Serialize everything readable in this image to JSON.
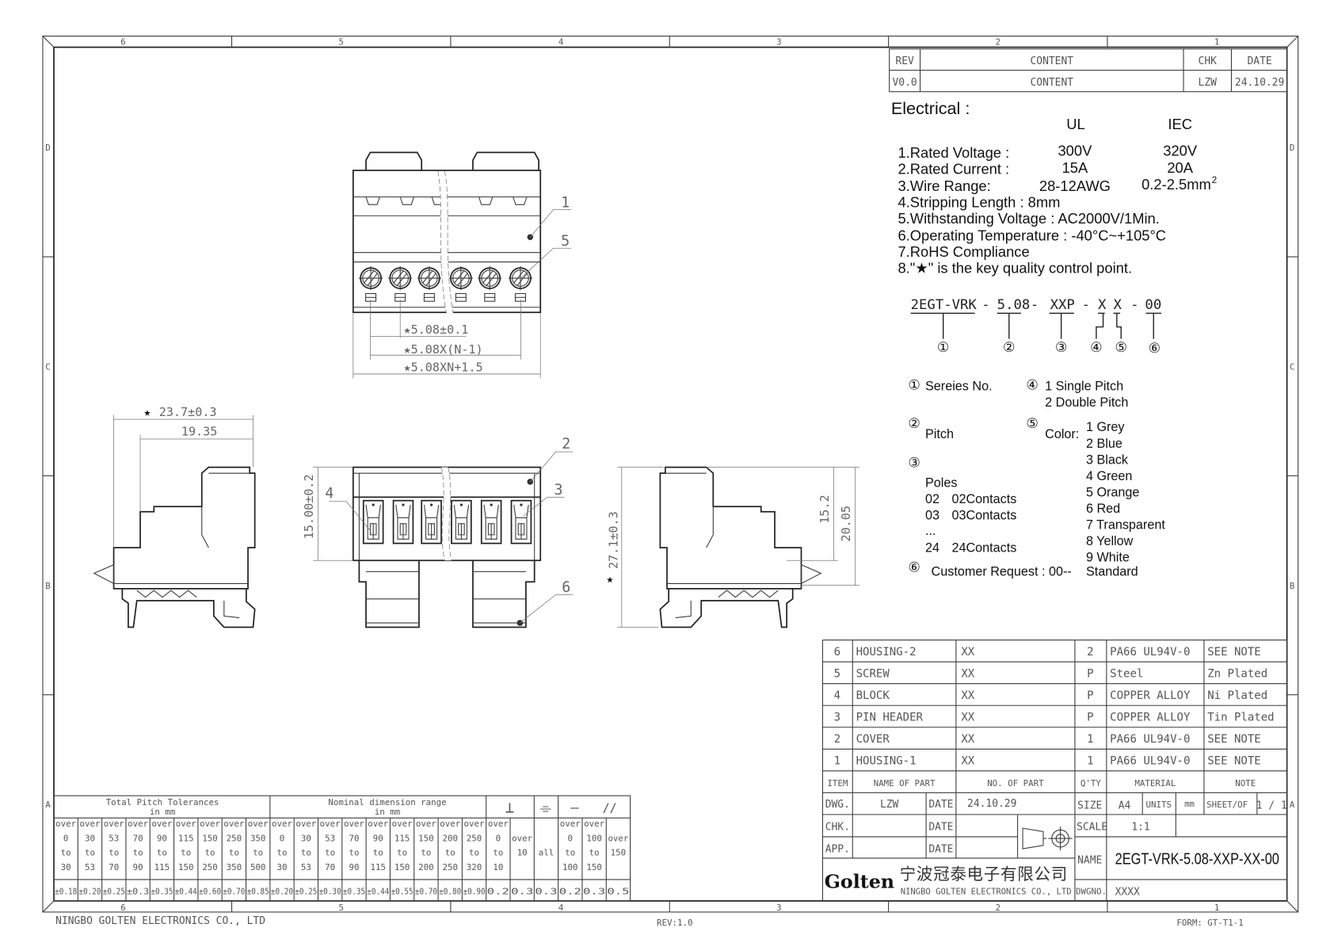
{
  "frame": {
    "zones_h": [
      "6",
      "5",
      "4",
      "3",
      "2",
      "1"
    ],
    "zones_v": [
      "D",
      "C",
      "B",
      "A"
    ]
  },
  "revision": {
    "headers": [
      "REV",
      "CONTENT",
      "CHK",
      "DATE"
    ],
    "rows": [
      [
        "V0.0",
        "CONTENT",
        "LZW",
        "24.10.29"
      ]
    ]
  },
  "electrical": {
    "title": "Electrical :",
    "col_ul": "UL",
    "col_iec": "IEC",
    "specs": [
      {
        "label": "1.Rated Voltage :",
        "ul": "300V",
        "iec": "320V"
      },
      {
        "label": "2.Rated Current :",
        "ul": "15A",
        "iec": "20A"
      },
      {
        "label": "3.Wire Range:",
        "ul": "28-12AWG",
        "iec": "0.2-2.5mm",
        "iec_sup": "2"
      }
    ],
    "lines": [
      "4.Stripping Length :  8mm",
      "5.Withstanding Voltage : AC2000V/1Min.",
      "6.Operating Temperature : -40°C~+105°C",
      "7.RoHS Compliance",
      "8.\"★\" is the key quality control point."
    ]
  },
  "part_code": {
    "segments": [
      "2EGT-VRK",
      "-",
      "5.08",
      "-",
      "XXP",
      "-",
      "X",
      "X",
      "-",
      "00"
    ],
    "markers": [
      "①",
      "②",
      "③",
      "④",
      "⑤",
      "⑥"
    ]
  },
  "options": {
    "series": {
      "marker": "①",
      "label": "Sereies No."
    },
    "pitch": {
      "marker": "②",
      "label": "Pitch"
    },
    "poles": {
      "marker": "③",
      "label": "Poles",
      "items": [
        [
          "02",
          "02Contacts"
        ],
        [
          "03",
          "03Contacts"
        ],
        [
          "...",
          ""
        ],
        [
          "24",
          "24Contacts"
        ]
      ]
    },
    "pitch_type": {
      "marker": "④",
      "items": [
        "1  Single Pitch",
        "2  Double Pitch"
      ]
    },
    "color": {
      "marker": "⑤",
      "label": "Color:",
      "items": [
        "1 Grey",
        "2 Blue",
        "3 Black",
        "4 Green",
        "5 Orange",
        "6 Red",
        "7 Transparent",
        "8 Yellow",
        "9 White"
      ]
    },
    "customer": {
      "marker": "⑥",
      "label": "Customer Request : 00--",
      "value": "Standard"
    }
  },
  "dimensions": {
    "pitch": "★5.08±0.1",
    "pitch_total": "★5.08X(N-1)",
    "overall": "★5.08XN+1.5",
    "depth": "23.7±0.3",
    "depth_inner": "19.35",
    "front_height": "15.00±0.2",
    "height_total": "27.1±0.3",
    "h1": "15.2",
    "h2": "20.05",
    "star": "★"
  },
  "callouts": [
    "1",
    "5",
    "2",
    "3",
    "4",
    "6"
  ],
  "bom": {
    "rows": [
      [
        "6",
        "HOUSING-2",
        "XX",
        "2",
        "PA66 UL94V-0",
        "SEE NOTE"
      ],
      [
        "5",
        "SCREW",
        "XX",
        "P",
        "Steel",
        "Zn Plated"
      ],
      [
        "4",
        "BLOCK",
        "XX",
        "P",
        "COPPER ALLOY",
        "Ni Plated"
      ],
      [
        "3",
        "PIN HEADER",
        "XX",
        "P",
        "COPPER ALLOY",
        "Tin Plated"
      ],
      [
        "2",
        "COVER",
        "XX",
        "1",
        "PA66 UL94V-0",
        "SEE NOTE"
      ],
      [
        "1",
        "HOUSING-1",
        "XX",
        "1",
        "PA66 UL94V-0",
        "SEE NOTE"
      ]
    ],
    "headers": [
      "ITEM",
      "NAME  OF  PART",
      "NO. OF  PART",
      "Q'TY",
      "MATERIAL",
      "NOTE"
    ]
  },
  "title_block": {
    "dwg_label": "DWG.",
    "dwg_by": "LZW",
    "date_label": "DATE",
    "dwg_date": "24.10.29",
    "chk_label": "CHK.",
    "app_label": "APP.",
    "size_label": "SIZE",
    "size": "A4",
    "units_label": "UNITS",
    "units": "mm",
    "sheet_label": "SHEET/OF",
    "sheet": "1 / 1",
    "scale_label": "SCALE",
    "scale": "1:1",
    "name_label": "NAME",
    "name": "2EGT-VRK-5.08-XXP-XX-00",
    "dwgno_label": "DWGNO.",
    "dwgno": "XXXX",
    "logo": "Golten",
    "company_cn": "宁波冠泰电子有限公司",
    "company_en": "NINGBO GOLTEN ELECTRONICS CO., LTD"
  },
  "tolerances": {
    "pitch_title": "Total Pitch Tolerances",
    "nominal_title": "Nominal  dimension  range",
    "unit": "in mm",
    "symbols": [
      "⊥",
      "⌯",
      "—",
      "//"
    ],
    "columns": [
      {
        "lines": [
          "over",
          "0",
          "to",
          "30"
        ],
        "value": "±0.18"
      },
      {
        "lines": [
          "over",
          "30",
          "to",
          "53"
        ],
        "value": "±0.20"
      },
      {
        "lines": [
          "over",
          "53",
          "to",
          "70"
        ],
        "value": "±0.25"
      },
      {
        "lines": [
          "over",
          "70",
          "to",
          "90"
        ],
        "value": "±0.3"
      },
      {
        "lines": [
          "over",
          "90",
          "to",
          "115"
        ],
        "value": "±0.35"
      },
      {
        "lines": [
          "over",
          "115",
          "to",
          "150"
        ],
        "value": "±0.44"
      },
      {
        "lines": [
          "over",
          "150",
          "to",
          "250"
        ],
        "value": "±0.60"
      },
      {
        "lines": [
          "over",
          "250",
          "to",
          "350"
        ],
        "value": "±0.70"
      },
      {
        "lines": [
          "over",
          "350",
          "to",
          "500"
        ],
        "value": "±0.85"
      },
      {
        "lines": [
          "over",
          "0",
          "to",
          "30"
        ],
        "value": "±0.20"
      },
      {
        "lines": [
          "over",
          "30",
          "to",
          "53"
        ],
        "value": "±0.25"
      },
      {
        "lines": [
          "over",
          "53",
          "to",
          "70"
        ],
        "value": "±0.30"
      },
      {
        "lines": [
          "over",
          "70",
          "to",
          "90"
        ],
        "value": "±0.35"
      },
      {
        "lines": [
          "over",
          "90",
          "to",
          "115"
        ],
        "value": "±0.44"
      },
      {
        "lines": [
          "over",
          "115",
          "to",
          "150"
        ],
        "value": "±0.55"
      },
      {
        "lines": [
          "over",
          "150",
          "to",
          "200"
        ],
        "value": "±0.70"
      },
      {
        "lines": [
          "over",
          "200",
          "to",
          "250"
        ],
        "value": "±0.80"
      },
      {
        "lines": [
          "over",
          "250",
          "to",
          "320"
        ],
        "value": "±0.90"
      },
      {
        "lines": [
          "over",
          "0",
          "to",
          "10"
        ],
        "value": "0.2"
      },
      {
        "lines": [
          "",
          "over",
          "10",
          ""
        ],
        "value": "0.3"
      },
      {
        "lines": [
          "",
          "",
          "all",
          ""
        ],
        "value": "0.3"
      },
      {
        "lines": [
          "over",
          "0",
          "to",
          "100"
        ],
        "value": "0.2"
      },
      {
        "lines": [
          "over",
          "100",
          "to",
          "150"
        ],
        "value": "0.3"
      },
      {
        "lines": [
          "",
          "over",
          "150",
          ""
        ],
        "value": "0.5"
      }
    ]
  },
  "footer": {
    "company": "NINGBO GOLTEN ELECTRONICS CO., LTD",
    "rev": "REV:1.0",
    "form": "FORM: GT-T1-1"
  }
}
